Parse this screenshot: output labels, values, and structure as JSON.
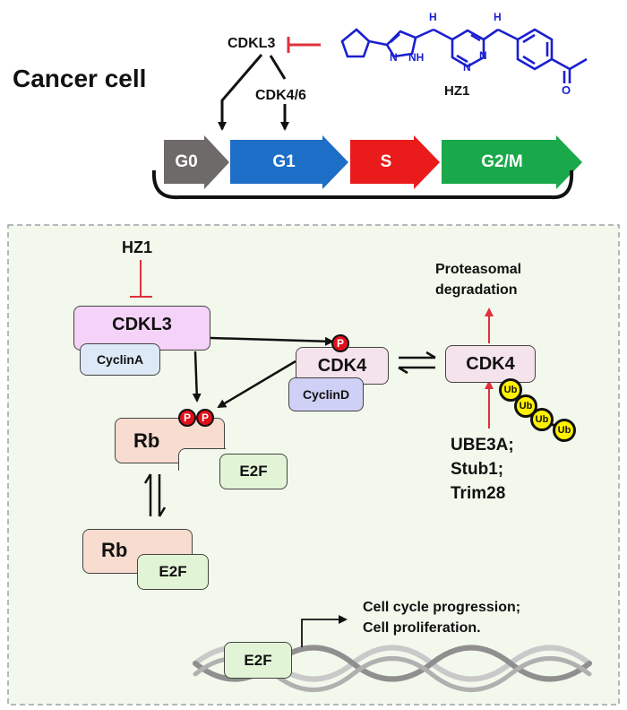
{
  "colors": {
    "g0": "#6e6a69",
    "g1": "#1d6ec7",
    "s": "#ea1b1b",
    "g2m": "#19a84a",
    "inhibitor": "#e0303a",
    "hz1_structure": "#1a1fd0",
    "panel_bg": "#f3f8ec",
    "panel_border": "#9aa3a8",
    "cdkl3_box": "#f5d2f8",
    "cyclinA_box": "#dde9f6",
    "cdk4_box": "#f5e3ec",
    "cyclinD_box": "#cfd0f5",
    "rb_box": "#f7dccf",
    "e2f_box": "#e2f4d6",
    "phospho": "#e0101a",
    "ubiquitin": "#fff200"
  },
  "top": {
    "title": "Cancer cell",
    "cdkl3_label": "CDKL3",
    "cdk46_label": "CDK4/6",
    "compound": {
      "name": "HZ1",
      "atoms": {
        "n": "N",
        "nh": "NH",
        "h1": "H",
        "h2": "H",
        "o": "O",
        "n_a": "N",
        "n_b": "N"
      }
    },
    "phases": [
      "G0",
      "G1",
      "S",
      "G2/M"
    ]
  },
  "panel": {
    "hz1_label": "HZ1",
    "cdkl3": "CDKL3",
    "cyclinA": "CyclinA",
    "cdk4": "CDK4",
    "cyclinD": "CyclinD",
    "cdk4_ub": "CDK4",
    "proteasomal": "Proteasomal",
    "degradation": "degradation",
    "ligases": [
      "UBE3A;",
      "Stub1;",
      "Trim28"
    ],
    "rb_upper": "Rb",
    "e2f_upper": "E2F",
    "rb_lower": "Rb",
    "e2f_lower": "E2F",
    "e2f_dna": "E2F",
    "outcome_1": "Cell cycle progression;",
    "outcome_2": "Cell proliferation.",
    "phospho_mark": "P",
    "ubiquitin_mark": "Ub"
  }
}
